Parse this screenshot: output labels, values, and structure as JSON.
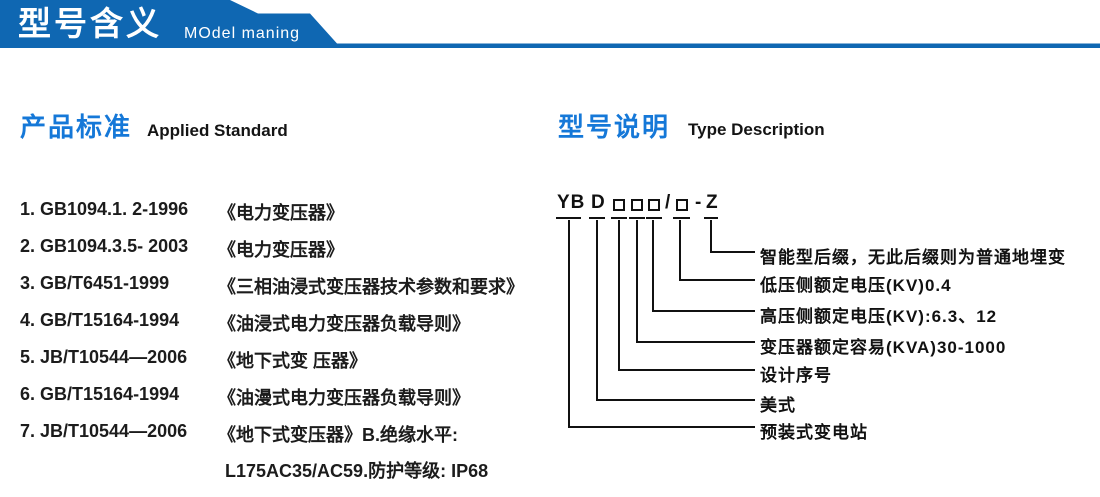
{
  "header": {
    "banner_color": "#0f67b2",
    "title_zh": "型号含义",
    "title_en": "MOdel maning"
  },
  "standards": {
    "title_zh": "产品标准",
    "title_en": "Applied Standard",
    "title_color": "#1578d8",
    "items": [
      {
        "code": "1. GB1094.1. 2-1996",
        "name": "《电力变压器》"
      },
      {
        "code": "2. GB1094.3.5- 2003",
        "name": "《电力变压器》"
      },
      {
        "code": "3. GB/T6451-1999",
        "name": "《三相油浸式变压器技术参数和要求》"
      },
      {
        "code": "4. GB/T15164-1994",
        "name": "《油浸式电力变压器负载导则》"
      },
      {
        "code": "5. JB/T10544—2006",
        "name": "《地下式变 压器》"
      },
      {
        "code": "6. GB/T15164-1994",
        "name": "《油漫式电力变压器负载导则》"
      },
      {
        "code": "7. JB/T10544—2006",
        "name": "《地下式变压器》B.绝缘水平:"
      }
    ],
    "continuation": "L175AC35/AC59.防护等级: IP68"
  },
  "model": {
    "title_zh": "型号说明",
    "title_en": "Type Description",
    "code": {
      "yb": "YB",
      "d": "D",
      "slash": "/",
      "dash": "-",
      "z": "Z",
      "display": "YBD□□□/□-Z"
    },
    "labels": [
      "智能型后缀，无此后缀则为普通地埋变",
      "低压侧额定电压(KV)0.4",
      "高压侧额定电压(KV):6.3、12",
      "变压器额定容易(KVA)30-1000",
      "设计序号",
      "美式",
      "预装式变电站"
    ]
  }
}
